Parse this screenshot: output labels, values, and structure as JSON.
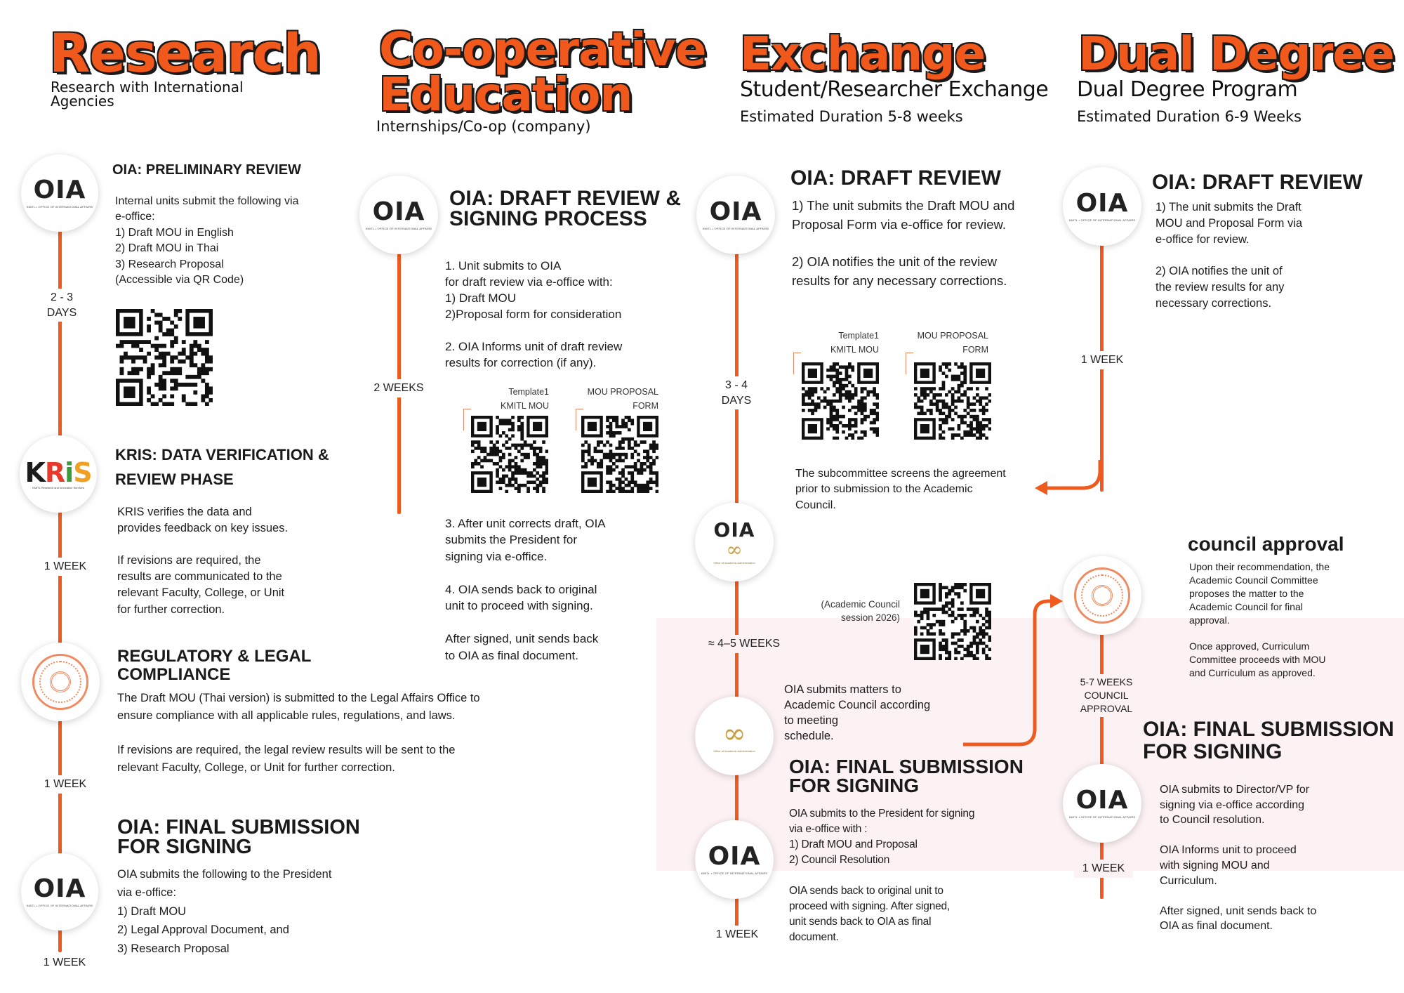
{
  "research": {
    "title": "Research",
    "subtitle": "Research with International\nAgencies",
    "steps": [
      {
        "heading": "OIA: PRELIMINARY REVIEW",
        "body": "Internal units submit the following via\ne-office:\n 1)  Draft MOU in English\n 2) Draft MOU in Thai\n 3) Research Proposal\n(Accessible via QR Code)",
        "duration": "2 - 3\nDAYS"
      },
      {
        "heading": "KRIS: DATA VERIFICATION &\nREVIEW PHASE",
        "body": "KRIS verifies the data and\nprovides feedback on key issues.\n\nIf revisions are required, the\nresults are communicated to the\nrelevant Faculty, College, or Unit\nfor further correction.",
        "duration": "1 WEEK"
      },
      {
        "heading": "REGULATORY & LEGAL\nCOMPLIANCE",
        "body": "The Draft MOU (Thai version) is submitted to the Legal Affairs Office to\nensure compliance with all applicable rules, regulations, and laws.\n\nIf revisions are required, the legal review results will be sent to the\nrelevant Faculty, College, or Unit for further correction.",
        "duration": "1 WEEK"
      },
      {
        "heading": "OIA: FINAL SUBMISSION\nFOR SIGNING",
        "body": "OIA submits the following to the President\nvia e-office:\n 1)  Draft MOU\n 2) Legal Approval Document, and\n 3) Research Proposal",
        "duration": "1 WEEK"
      }
    ]
  },
  "coop": {
    "title_line1": "Co-operative",
    "title_line2": "Education",
    "subtitle": "Internships/Co-op (company)",
    "heading": "OIA: DRAFT REVIEW &\nSIGNING PROCESS",
    "body1": "1. Unit submits to OIA\n   for draft review via e-office with:\n   1) Draft MOU\n   2)Proposal form for consideration\n\n2. OIA Informs unit of draft review\n    results for correction (if any).",
    "body2": "3. After unit corrects draft, OIA\n   submits the President for\n   signing via e-office.\n\n4. OIA sends back to original\n   unit to proceed with signing.\n\nAfter signed, unit sends back\nto OIA as final document.",
    "duration": "2 WEEKS",
    "qr1_label": "Template1\nKMITL MOU",
    "qr2_label": "MOU PROPOSAL\nFORM"
  },
  "exchange": {
    "title": "Exchange",
    "subtitle": "Student/Researcher Exchange",
    "estimate": "Estimated Duration 5-8 weeks",
    "heading1": "OIA: DRAFT REVIEW",
    "body1": "1) The unit submits the Draft MOU and\nProposal Form via e-office for review.\n\n2) OIA notifies the unit of the review\nresults for any necessary corrections.",
    "qr1_label": "Template1\nKMITL MOU",
    "qr2_label": "MOU PROPOSAL\nFORM",
    "duration1": "3 - 4\nDAYS",
    "subcommittee": "The subcommittee screens the agreement\nprior to submission to the Academic\nCouncil.",
    "qr3_label": "(Academic Council\nsession 2026)",
    "duration2": "≈ 4–5 WEEKS",
    "council_text": "OIA submits matters to\nAcademic Council according\nto meeting\nschedule.",
    "heading2": "OIA: FINAL SUBMISSION\nFOR SIGNING",
    "body2": "OIA submits to the President for signing\nvia e-office with :\n 1) Draft MOU and Proposal\n 2) Council Resolution\n\nOIA sends back to original unit to\nproceed with signing. After signed,\nunit sends back to OIA as final\ndocument.",
    "duration3": "1 WEEK"
  },
  "dual": {
    "title": "Dual Degree",
    "subtitle": "Dual Degree Program",
    "estimate": "Estimated Duration 6-9 Weeks",
    "heading1": "OIA: DRAFT REVIEW",
    "body1": "1) The unit submits the Draft\nMOU and Proposal Form via\ne-office for review.\n\n2) OIA notifies the unit of\nthe review results for any\nnecessary corrections.",
    "duration1": "1 WEEK",
    "heading2": "council approval",
    "body2": "Upon their recommendation, the\nAcademic Council Committee\nproposes the matter to the\nAcademic Council for final\napproval.\n\nOnce approved, Curriculum\nCommittee proceeds with MOU\nand Curriculum as approved.",
    "duration2": "5-7 WEEKS\nCOUNCIL\nAPPROVAL",
    "heading3": "OIA: FINAL SUBMISSION\nFOR SIGNING",
    "body3": "OIA submits to Director/VP for\nsigning via e-office according\nto Council resolution.\n\nOIA Informs unit to proceed\nwith signing MOU and\nCurriculum.\n\nAfter signed, unit sends back to\nOIA as final document.",
    "duration3": "1 WEEK"
  },
  "logos": {
    "oia": "OIA",
    "oia_sub": "KMITL • OFFICE OF INTERNATIONAL AFFAIRS",
    "kris": "KRiS",
    "kris_sub": "KMITL Research and Innovation Services",
    "academic_sub": "Office of Academic Administration"
  },
  "colors": {
    "accent": "#ef5a1e",
    "band": "#fcf1f3",
    "gold": "#c8a043"
  }
}
